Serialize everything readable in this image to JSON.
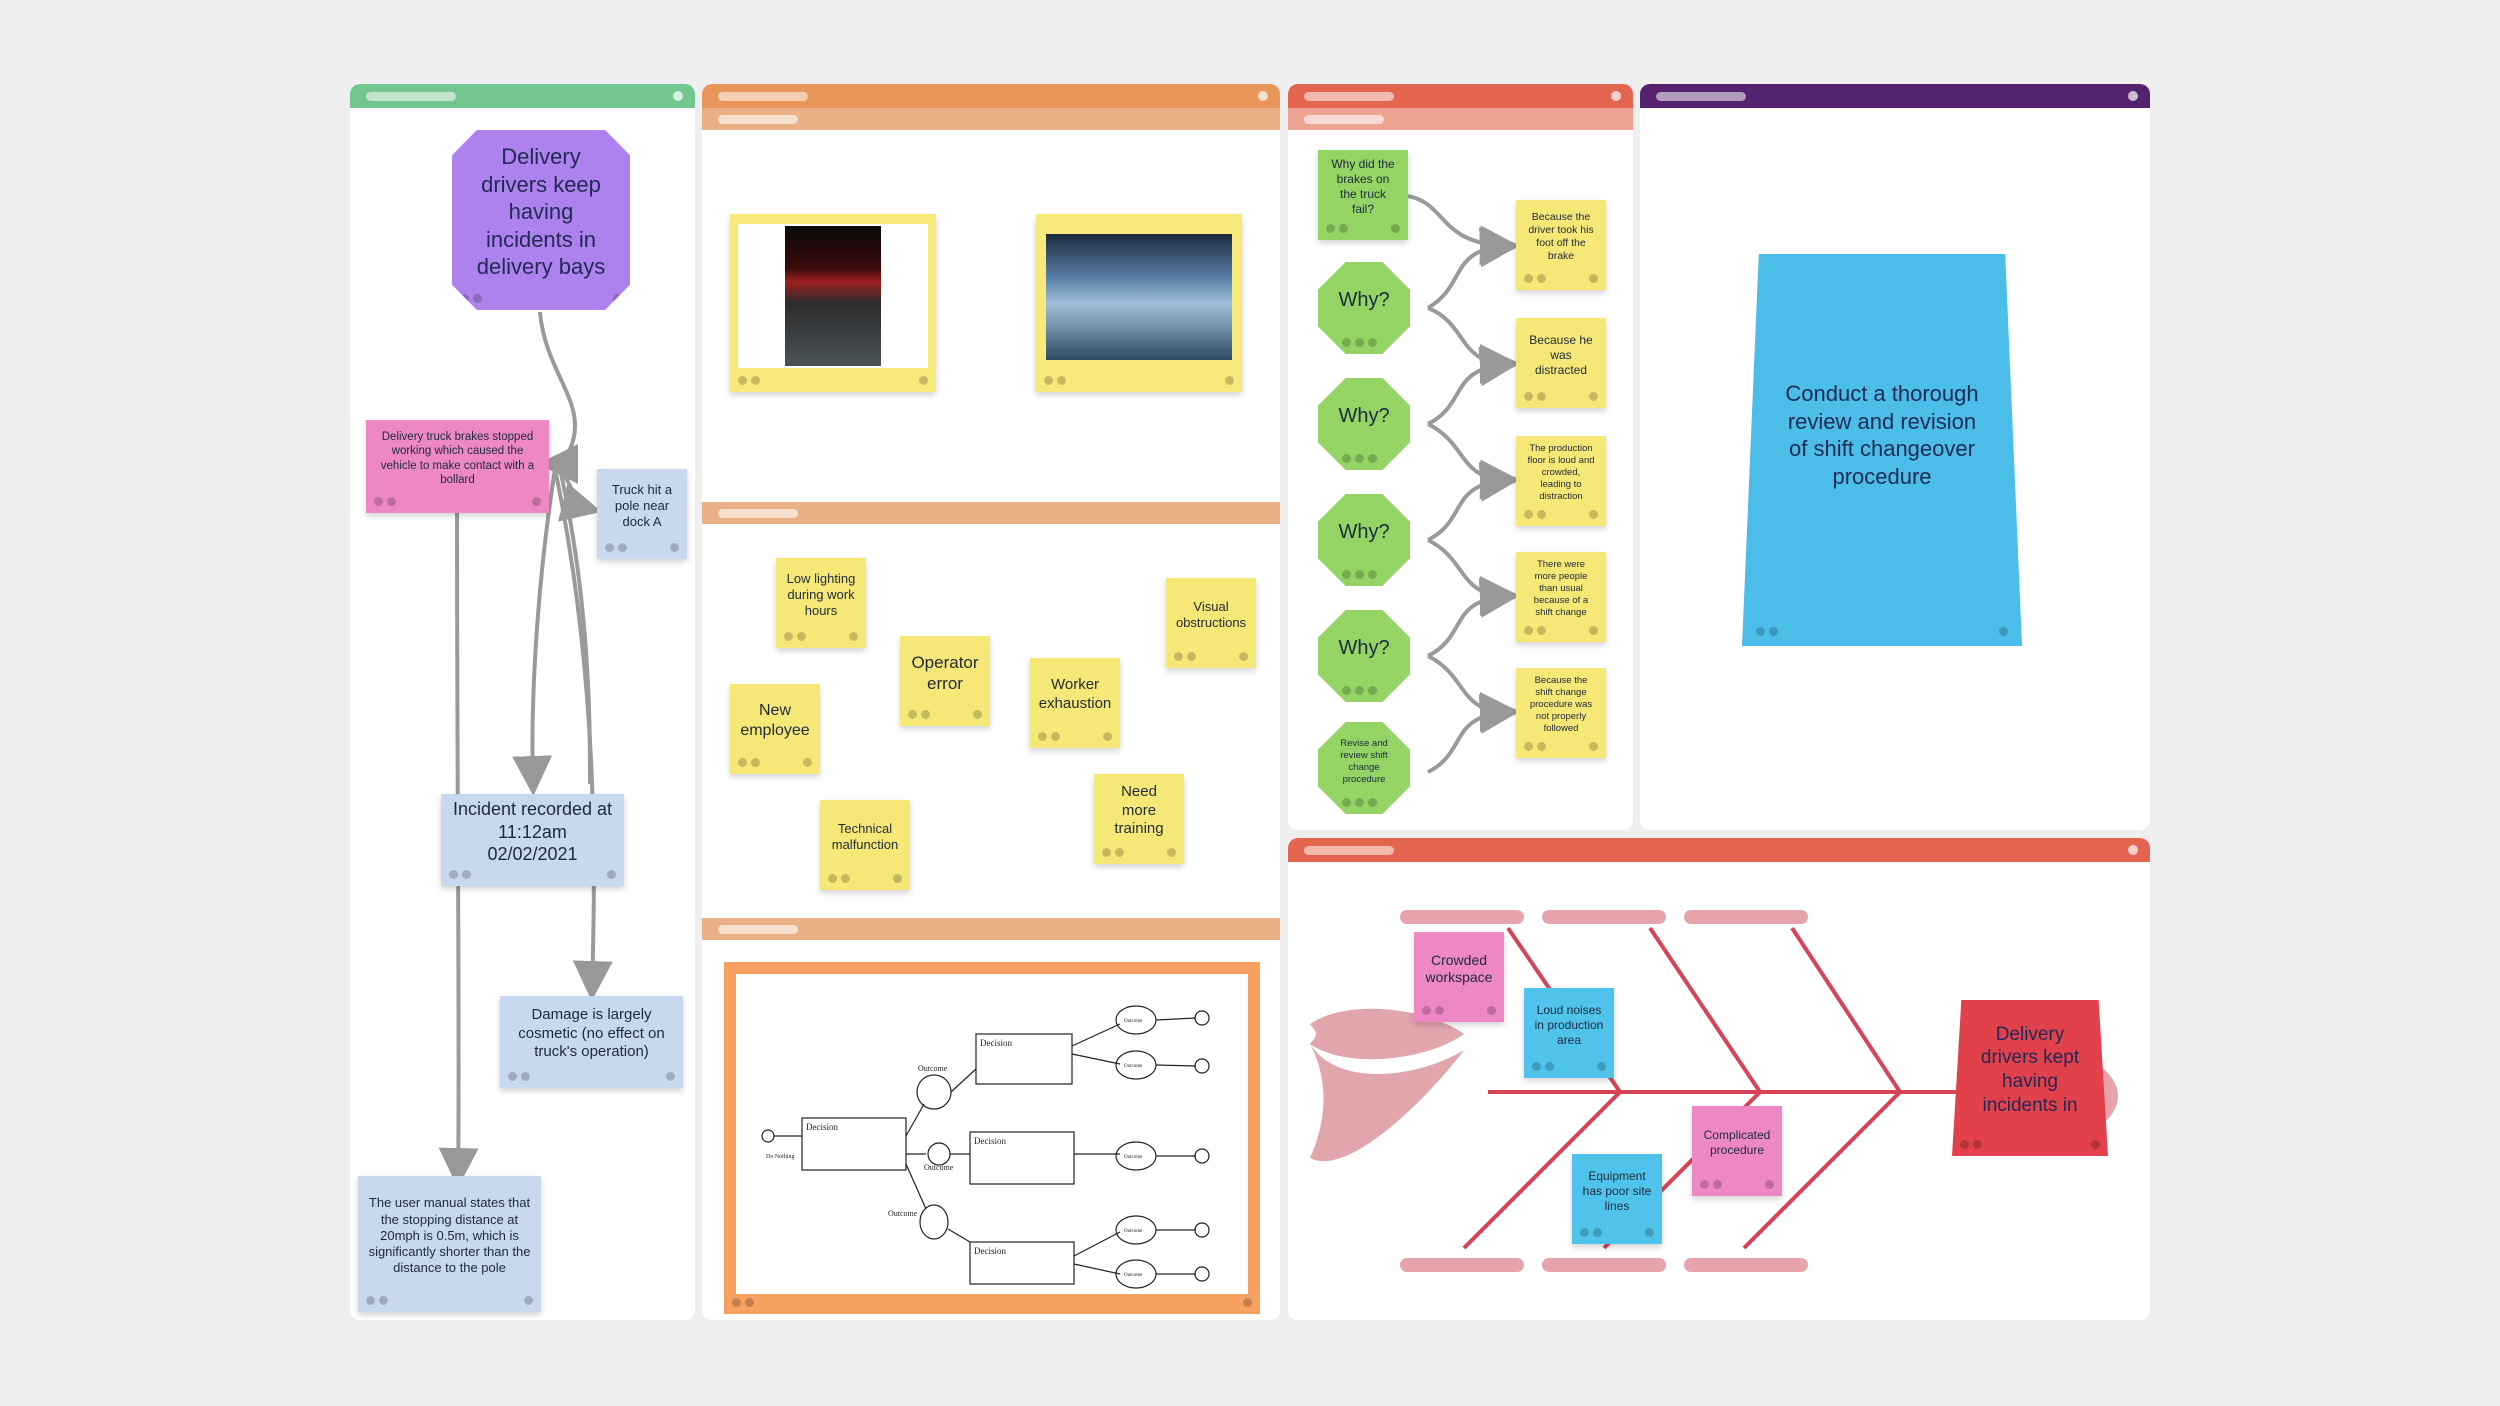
{
  "colors": {
    "green": "#73c68f",
    "orange": "#e8965a",
    "orange_light": "#ebb186",
    "red": "#e3654f",
    "red_light": "#eea390",
    "purple": "#55226e",
    "purple_note": "#ae82ee",
    "sky": "#4bbde9",
    "fishbone_line": "#d84457",
    "fishbone_bar": "#e6a3ab",
    "head_red": "#e2404a"
  },
  "incident_column": {
    "root": "Delivery drivers keep having incidents in delivery bays",
    "cause": "Delivery truck brakes stopped working which caused the vehicle to make contact with a bollard",
    "pole": "Truck hit a pole near dock A",
    "recorded": "Incident recorded at 11:12am 02/02/2021",
    "damage": "Damage is largely cosmetic (no effect on truck's operation)",
    "manual": "The user manual states that the stopping distance at 20mph is 0.5m, which is significantly shorter than the distance to the pole"
  },
  "brainstorm": {
    "notes": [
      "Low lighting during work hours",
      "Visual obstructions",
      "Operator error",
      "Worker exhaustion",
      "New employee",
      "Need more training",
      "Technical malfunction"
    ]
  },
  "decision_tree": {
    "decision": "Decision",
    "outcome": "Outcome",
    "do_nothing": "Do Nothing"
  },
  "five_whys": {
    "question": "Why did the brakes on the truck fail?",
    "why": "Why?",
    "final": "Revise and review shift change procedure",
    "answers": [
      "Because the driver took his foot off the brake",
      "Because he was distracted",
      "The production floor is loud and crowded, leading to distraction",
      "There were more people than usual because of a shift change",
      "Because the shift change procedure was not properly followed"
    ]
  },
  "action": {
    "text": "Conduct a thorough review and revision of shift changeover procedure"
  },
  "fishbone": {
    "head": "Delivery drivers kept having incidents in",
    "causes": [
      "Crowded workspace",
      "Loud noises in production area",
      "Complicated procedure",
      "Equipment has poor site lines"
    ]
  }
}
